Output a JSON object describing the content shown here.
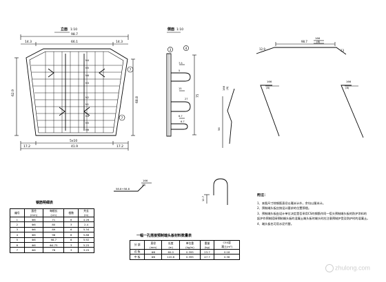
{
  "front_view": {
    "title": "立面",
    "scale": "1:10",
    "dims_top": [
      "14.3",
      "66.1",
      "14.3"
    ],
    "dim_overall": "98.7",
    "dims_bottom": [
      "17.2",
      "41.9",
      "17.2"
    ],
    "dim_bottom_overall": "5x10",
    "dim_left": "62.9",
    "dim_right": "68.8",
    "bar_labels": [
      "N4",
      "N5",
      "N6",
      "N3",
      "N2",
      "N1",
      "N4",
      "N5",
      "N6"
    ],
    "circled": [
      "7",
      "7"
    ]
  },
  "side_view": {
    "title": "侧面",
    "scale": "1:10",
    "dims": [
      "7.5",
      "5",
      "75",
      "15",
      "27",
      "6.7",
      "6.7"
    ],
    "circled": [
      "3",
      "4"
    ]
  },
  "detail_top": {
    "labels": [
      "166",
      "(8)",
      "98.7",
      "12.9",
      "13"
    ]
  },
  "detail_left": {
    "labels": [
      "166",
      "(8)",
      "56"
    ]
  },
  "detail_mid": {
    "labels": [
      "166",
      "(8)"
    ]
  },
  "detail_right": {
    "labels": [
      "166",
      "(8)"
    ]
  },
  "hook_detail": {
    "labels": [
      "58.8+58.8",
      "166",
      "(8)",
      "12.7"
    ]
  },
  "rebar_table": {
    "title": "钢筋明细表",
    "headers": [
      "编号",
      "直径\n(mm)",
      "每根长\n(cm)",
      "根数",
      "共长\n(m)"
    ],
    "rows": [
      [
        "1",
        "Φ6",
        "71",
        "6",
        "4.26"
      ],
      [
        "2",
        "Φ6",
        "80",
        "3",
        "2.4"
      ],
      [
        "3",
        "Φ6",
        "89",
        "6",
        "5.34"
      ],
      [
        "4",
        "Φ6",
        "98",
        "6",
        "5.88"
      ],
      [
        "5",
        "Φ6",
        "98.7",
        "6",
        "5.92"
      ],
      [
        "6",
        "Φ6",
        "Φ4.75",
        "3",
        "5.25"
      ],
      [
        "7",
        "Φ6",
        "78",
        "3",
        "3.25"
      ]
    ]
  },
  "material_table": {
    "title": "一幅一孔搭接预制端头板材料数量表",
    "headers": [
      "分 部",
      "直径\n(mm)",
      "长度\n(m)",
      "单位重\n(kg/m)",
      "重量\n(kg)",
      "C50混\n凝土(m³)"
    ],
    "rows": [
      [
        "边 板",
        "Φ6",
        "60.0",
        "0.395",
        "23.7",
        "0.18"
      ],
      [
        "中 板",
        "Φ6",
        "120.6",
        "0.395",
        "47.7",
        "0.38"
      ]
    ]
  },
  "notes": {
    "heading": "附注：",
    "items": [
      "1、本图尺寸除钢筋直径以毫米计外，余均以厘米计。",
      "2、预制端头板应按设计要求的位置预埋。",
      "3、预制端头板由设计单位决定是否采用CS的钢筋作同一搭头预制端头板的防护涂料的",
      "   起护作预制搭接预制端头板的混凝土端头板时端头时应注意预制护受及防护时的混凝土。",
      "4、端头板也可用水泥代替。"
    ]
  },
  "watermark": "zhulong.com"
}
